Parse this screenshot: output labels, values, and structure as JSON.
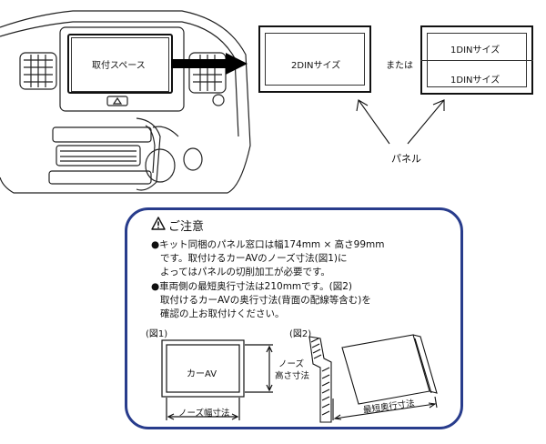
{
  "top": {
    "install_space_label": "取付スペース",
    "din2_label": "2DINサイズ",
    "or_label": "または",
    "din1_labels": [
      "1DINサイズ",
      "1DINサイズ"
    ],
    "panel_label": "パネル"
  },
  "caution": {
    "title": "ご注意",
    "warning_icon": "warning-triangle-icon",
    "bullet1": {
      "lines": [
        "●キット同梱のパネル窓口は幅174mm × 高さ99mm",
        "です。取付けるカーAVのノーズ寸法(図1)に",
        "よってはパネルの切削加工が必要です。"
      ]
    },
    "bullet2": {
      "lines": [
        "●車両側の最短奥行寸法は210mmです。(図2)",
        "取付けるカーAVの奥行寸法(背面の配線等含む)を",
        "確認の上お取付けください。"
      ]
    },
    "fig1": {
      "caption": "(図1)",
      "unit_label": "カーAV",
      "height_label_lines": [
        "ノーズ",
        "高さ寸法"
      ],
      "width_label": "ノーズ幅寸法"
    },
    "fig2": {
      "caption": "(図2)",
      "depth_label": "最短奥行寸法"
    }
  },
  "colors": {
    "caution_border": "#283c8c",
    "line": "#111111"
  }
}
